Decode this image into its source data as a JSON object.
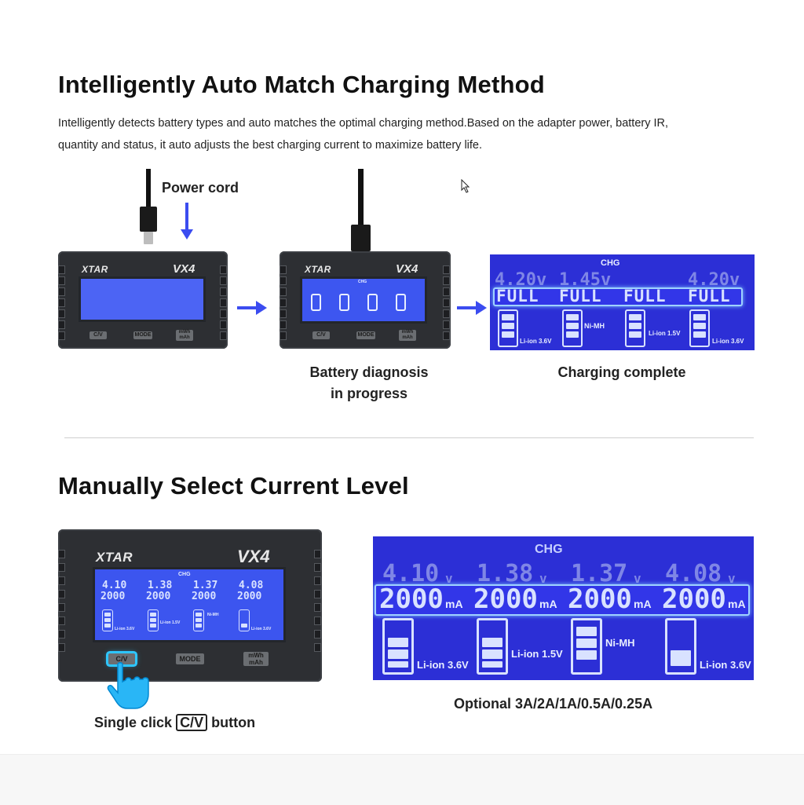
{
  "section1": {
    "title": "Intelligently Auto Match Charging Method",
    "desc_line1": "Intelligently detects battery types and auto matches the optimal charging method.Based on the adapter power, battery IR,",
    "desc_line2": "quantity and status, it auto adjusts the best charging current to maximize battery life.",
    "power_cord_label": "Power cord",
    "caption_diag_1": "Battery diagnosis",
    "caption_diag_2": "in progress",
    "caption_complete": "Charging complete"
  },
  "device": {
    "brand": "XTAR",
    "model": "VX4",
    "btn_cv": "C/V",
    "btn_mode": "MODE",
    "btn_mwh": "mWh mAh",
    "chg": "CHG"
  },
  "lcd_complete": {
    "chg": "CHG",
    "volts": [
      "4.20v",
      "1.45v",
      "",
      "4.20v"
    ],
    "status": [
      "FULL",
      "FULL",
      "FULL",
      "FULL"
    ],
    "types": [
      "Li-ion 3.6V",
      "Ni-MH",
      "Li-ion 1.5V",
      "Li-ion 3.6V"
    ]
  },
  "section2": {
    "title": "Manually Select Current Level",
    "caption_left_pre": "Single click",
    "caption_left_btn": "C/V",
    "caption_left_post": "button",
    "caption_right": "Optional 3A/2A/1A/0.5A/0.25A"
  },
  "lcd_manual": {
    "chg": "CHG",
    "volts": [
      "4.10",
      "1.38",
      "1.37",
      "4.08"
    ],
    "volt_unit": "v",
    "currents": [
      "2000",
      "2000",
      "2000",
      "2000"
    ],
    "current_unit": "mA",
    "types": [
      "Li-ion 3.6V",
      "Li-ion 1.5V",
      "Ni-MH",
      "Li-ion 3.6V"
    ]
  },
  "colors": {
    "lcd_blue": "#2c2fd6",
    "arrow_blue": "#3b4cf0",
    "charger_body": "#2d2f33"
  },
  "icons": [
    "cursor-icon",
    "hand-pointer-icon",
    "arrow-right-icon",
    "arrow-down-icon"
  ]
}
